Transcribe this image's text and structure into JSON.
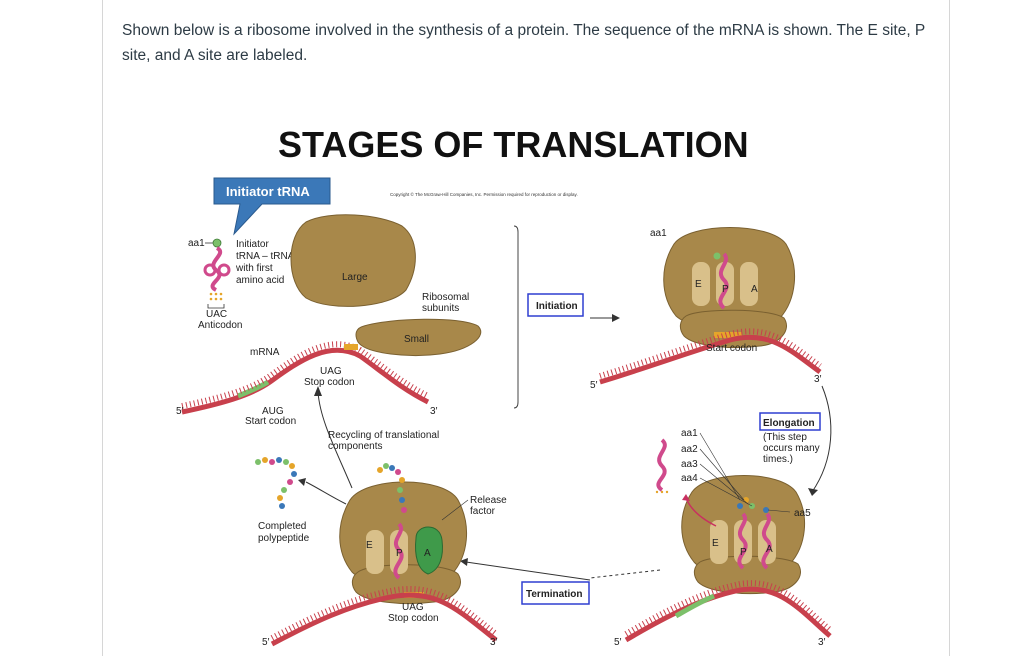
{
  "question": "Shown below is a ribosome involved in the synthesis of a protein. The sequence of the mRNA is shown. The E site, P site, and A site are labeled.",
  "figure": {
    "title": "STAGES OF TRANSLATION",
    "callout": "Initiator tRNA",
    "copyright": "Copyright © The McGraw-Hill Companies, Inc. Permission required for reproduction or display.",
    "labels": {
      "aa1": "aa1",
      "initiator_line1": "Initiator",
      "initiator_line2": "tRNA – tRNA",
      "initiator_line3": "with first",
      "initiator_line4": "amino acid",
      "uac": "UAC",
      "anticodon": "Anticodon",
      "large": "Large",
      "small": "Small",
      "ribosomal1": "Ribosomal",
      "ribosomal2": "subunits",
      "mrna": "mRNA",
      "uag": "UAG",
      "stop_codon": "Stop codon",
      "aug": "AUG",
      "start_codon": "Start codon",
      "five_prime": "5′",
      "three_prime": "3′",
      "recycling1": "Recycling of translational",
      "recycling2": "components",
      "completed1": "Completed",
      "completed2": "polypeptide",
      "release1": "Release",
      "release2": "factor",
      "site_e": "E",
      "site_p": "P",
      "site_a": "A",
      "start_codon_right": "Start codon",
      "aa2": "aa2",
      "aa3": "aa3",
      "aa4": "aa4",
      "aa5": "aa5",
      "elong_note1": "(This step",
      "elong_note2": "occurs many",
      "elong_note3": "times.)"
    },
    "stages": {
      "initiation": "Initiation",
      "elongation": "Elongation",
      "termination": "Termination"
    },
    "colors": {
      "ribosome": "#a8884a",
      "ribosome_light": "#d9c08a",
      "trna": "#d04a8c",
      "mrna": "#c8404c",
      "mrna_green": "#7cc06a",
      "release_factor": "#3f9a4a",
      "box_border": "#2f3fd0",
      "callout_bg": "#3b78b8"
    }
  }
}
